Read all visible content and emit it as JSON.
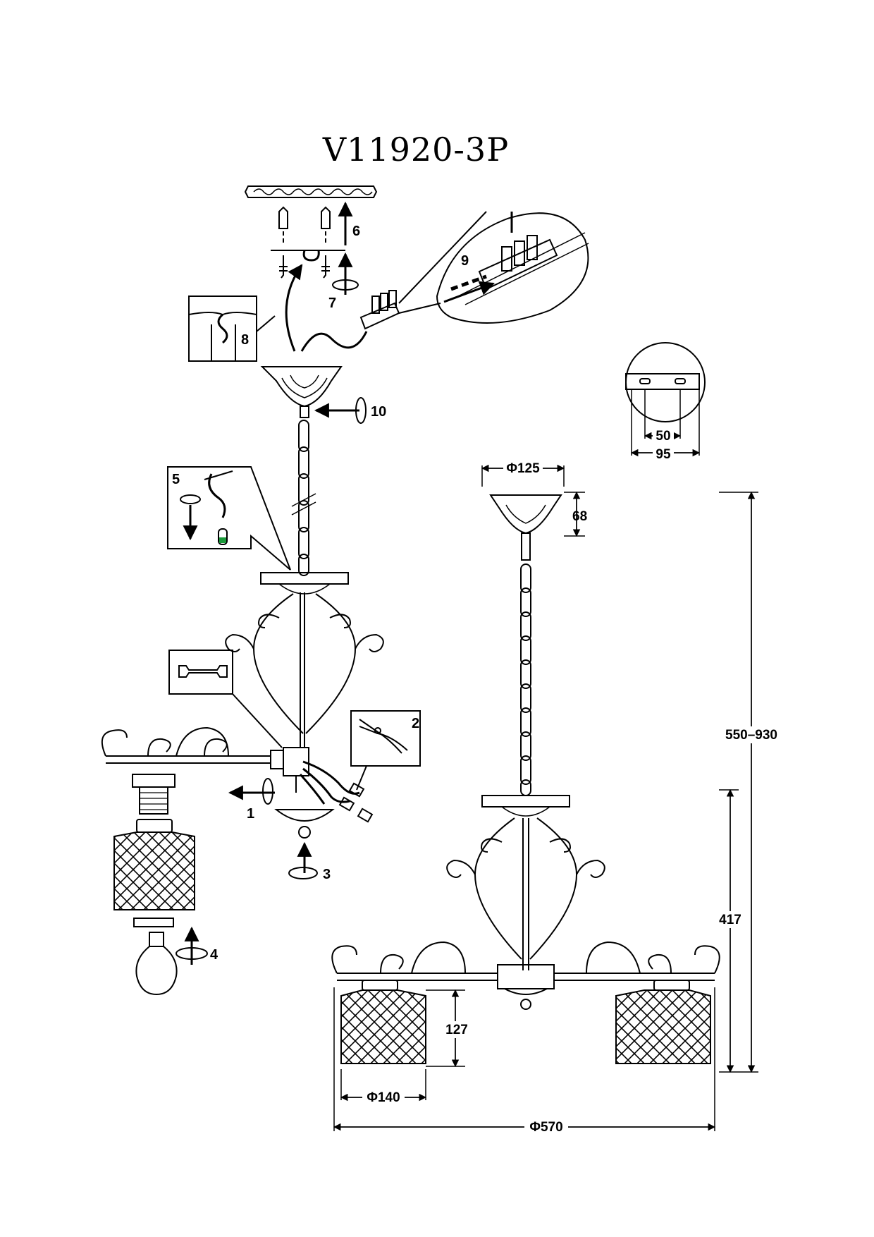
{
  "title": "V11920-3P",
  "steps": [
    "1",
    "2",
    "3",
    "4",
    "5",
    "6",
    "7",
    "8",
    "9",
    "10"
  ],
  "dimensions": {
    "canopy_diameter": "Φ125",
    "canopy_height": "68",
    "total_height": "550–930",
    "body_height": "417",
    "shade_height": "127",
    "shade_diameter": "Φ140",
    "overall_diameter": "Φ570",
    "bracket_hole_spacing": "50",
    "bracket_width": "95"
  },
  "colors": {
    "ink": "#000000",
    "accent": "#1a9a3a"
  },
  "icons": [
    "wrench-icon",
    "pliers-icon",
    "rotate-arrow-icon",
    "hook-icon",
    "screw-icon",
    "wall-plug-icon",
    "light-bulb-icon",
    "chain-icon"
  ]
}
